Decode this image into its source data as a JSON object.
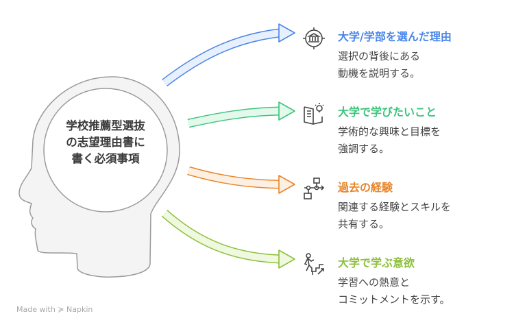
{
  "center": {
    "lines": [
      "学校推薦型選抜",
      "の志望理由書に",
      "書く必須事項"
    ]
  },
  "items": [
    {
      "title": "大学/学部を選んだ理由",
      "desc": [
        "選択の背後にある",
        "動機を説明する。"
      ],
      "color": "#4a86e8",
      "fill": "#e8f0fd",
      "icon": "university-icon"
    },
    {
      "title": "大学で学びたいこと",
      "desc": [
        "学術的な興味と目標を",
        "強調する。"
      ],
      "color": "#3cc47c",
      "fill": "#e3f9ec",
      "icon": "book-lightbulb-icon"
    },
    {
      "title": "過去の経験",
      "desc": [
        "関連する経験とスキルを",
        "共有する。"
      ],
      "color": "#e8852a",
      "fill": "#fdefe2",
      "icon": "flowchart-icon"
    },
    {
      "title": "大学で学ぶ意欲",
      "desc": [
        "学習への熱意と",
        "コミットメントを示す。"
      ],
      "color": "#8bc03a",
      "fill": "#f0f9e0",
      "icon": "person-climbing-stairs-icon"
    }
  ],
  "footer": {
    "made_with": "Made with",
    "brand": "Napkin"
  }
}
